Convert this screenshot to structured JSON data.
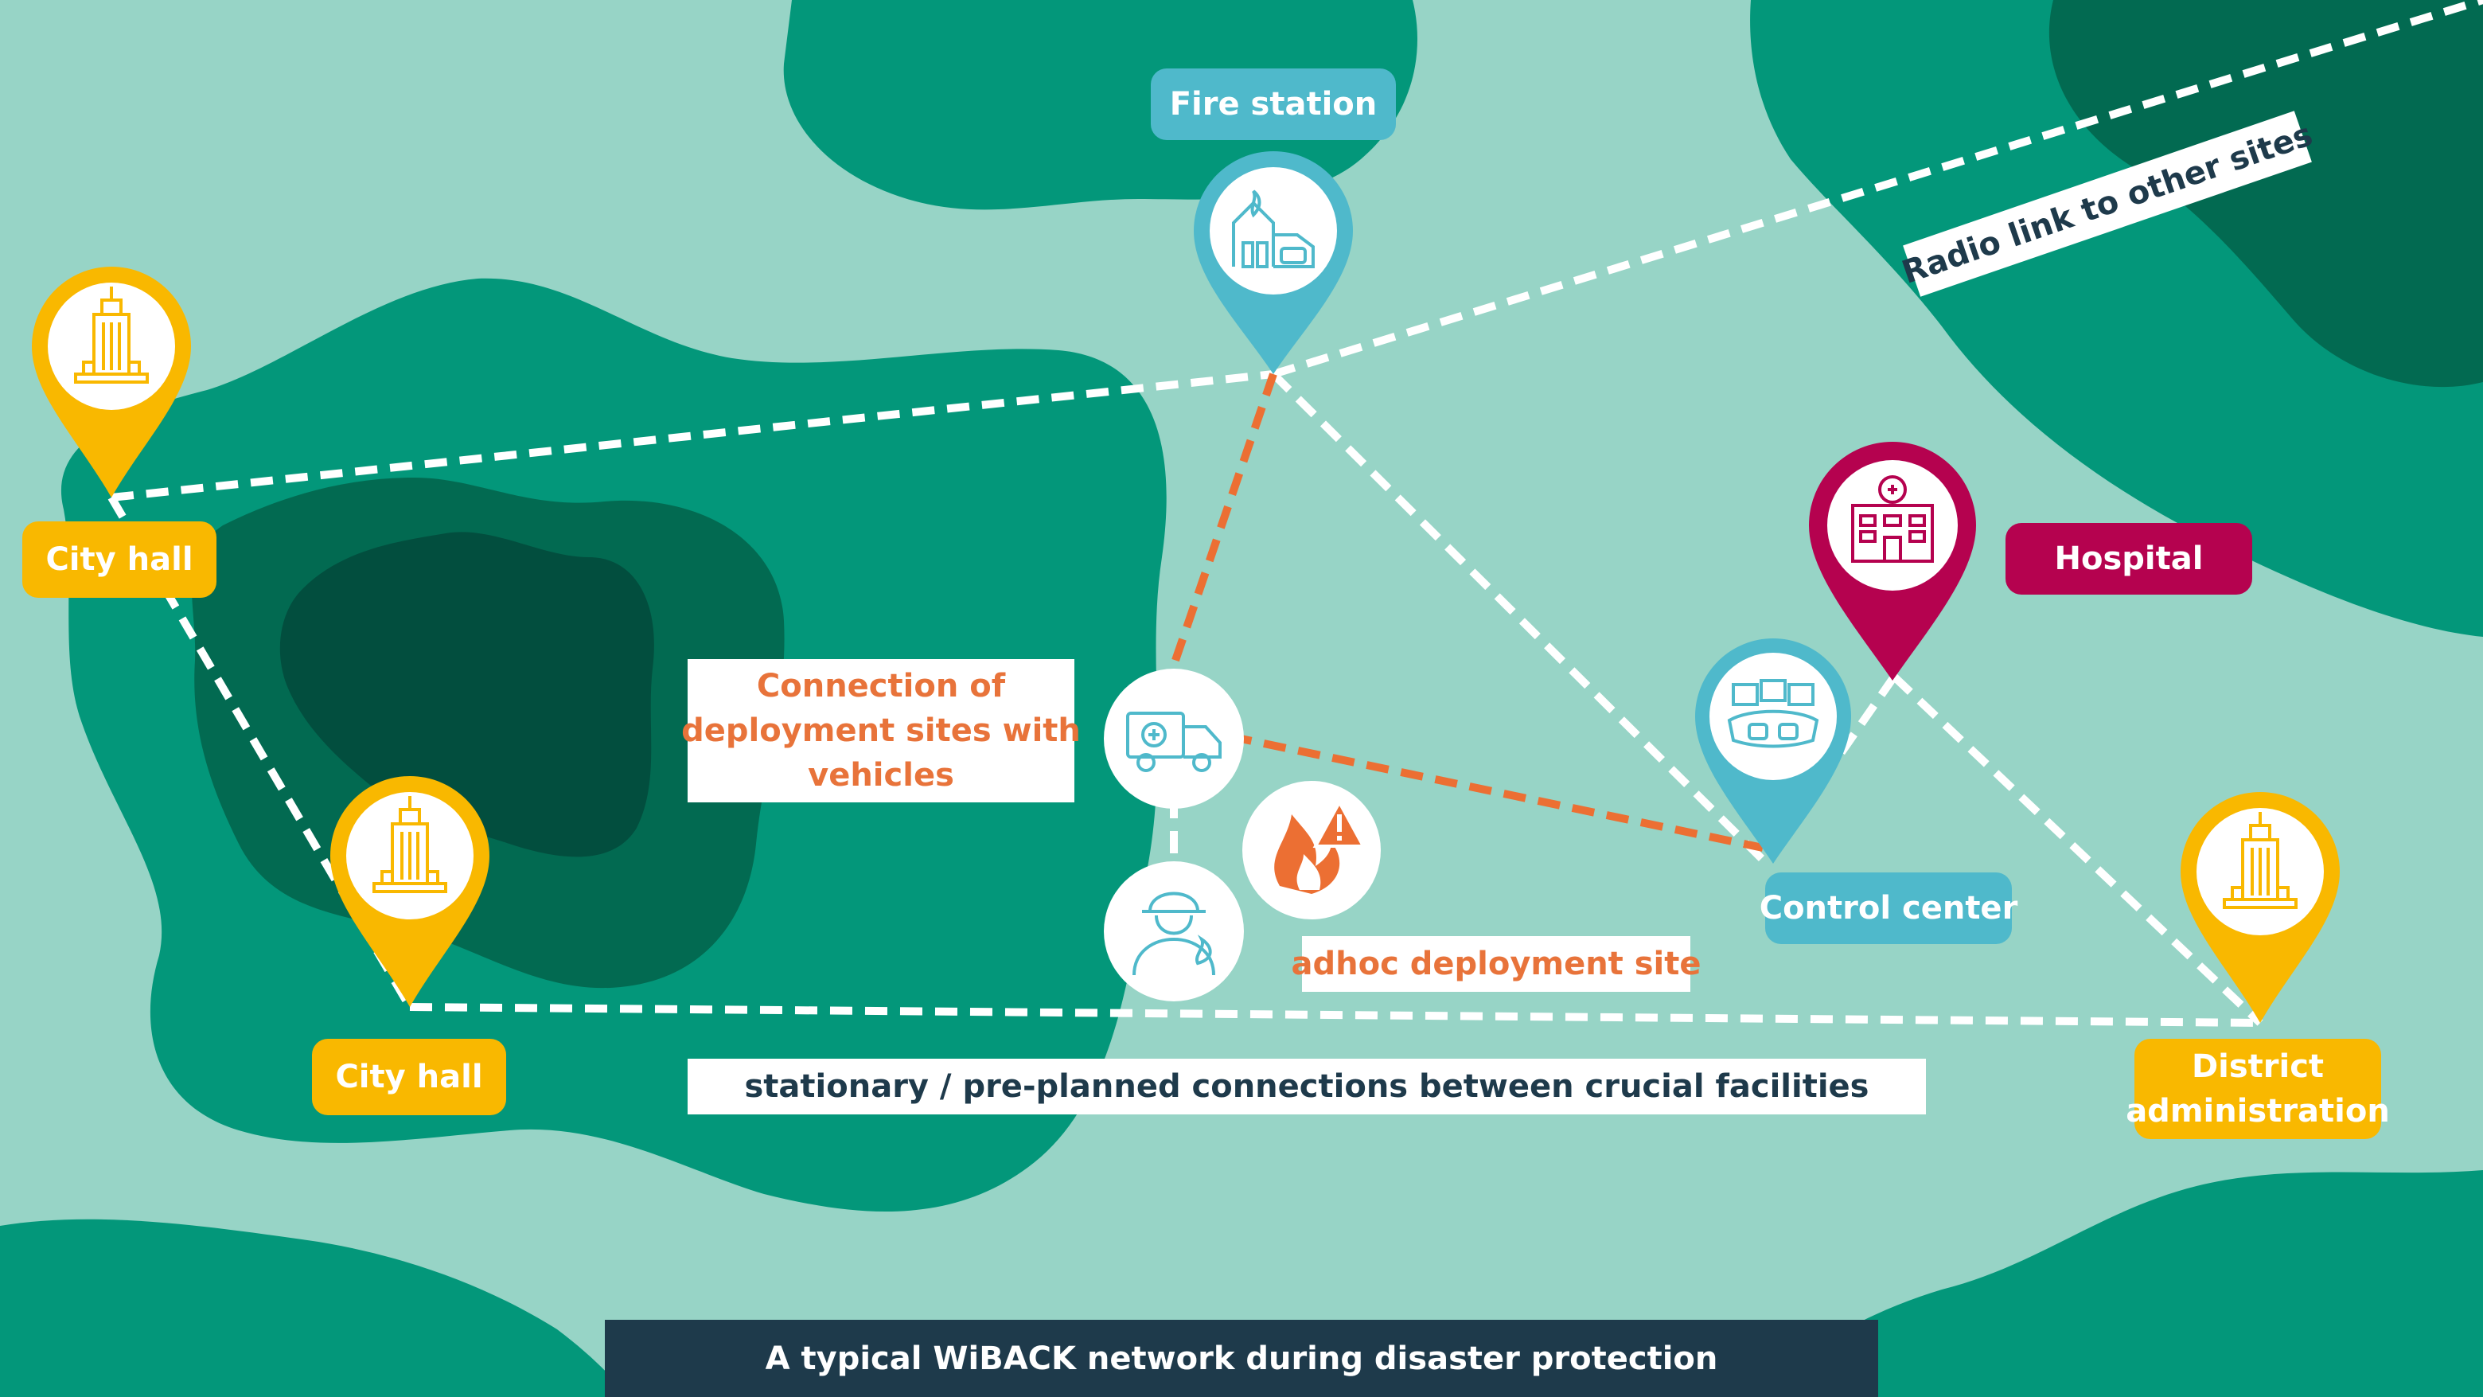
{
  "colors": {
    "background": "#97d4c6",
    "land_mid": "#03977a",
    "land_dark": "#026a51",
    "land_darkest": "#024e3e",
    "city_hall": "#f9b800",
    "fire_station": "#4fb9cb",
    "hospital": "#b5024f",
    "control_center": "#4fb9cb",
    "vehicle_link": "#ec6f33",
    "stationary_link": "#ffffff",
    "footer": "#1e3a4b"
  },
  "labels": {
    "city_hall_left": "City hall",
    "city_hall_bottom": "City hall",
    "fire_station": "Fire station",
    "hospital": "Hospital",
    "control_center": "Control center",
    "district_line1": "District",
    "district_line2": "administration",
    "radio_link": "Radio link to other sites",
    "vehicles_line1": "Connection of",
    "vehicles_line2": "deployment sites with",
    "vehicles_line3": "vehicles",
    "adhoc_site": "adhoc deployment site",
    "stationary_connections": "stationary / pre-planned connections between crucial facilities"
  },
  "caption": "A typical WiBACK network during disaster protection",
  "icons": {
    "city_hall": "city-hall-building-icon",
    "fire_station": "fire-station-icon",
    "hospital": "hospital-icon",
    "control_center": "control-center-desk-icon",
    "ambulance": "ambulance-icon",
    "firefighter": "firefighter-icon",
    "fire_warning": "fire-warning-icon"
  }
}
